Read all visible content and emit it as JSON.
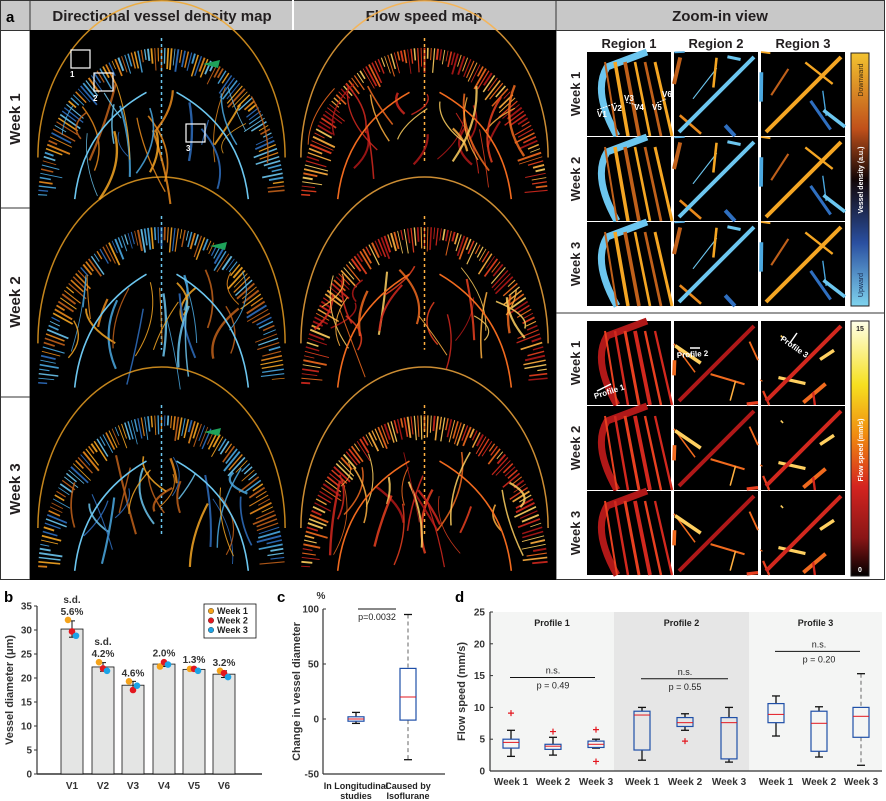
{
  "panel_labels": {
    "a": "a",
    "b": "b",
    "c": "c",
    "d": "d"
  },
  "panel_a": {
    "headers": [
      "Directional vessel density map",
      "Flow speed map",
      "Zoom-in view"
    ],
    "weeks": [
      "Week 1",
      "Week 2",
      "Week 3"
    ],
    "regions": [
      "Region 1",
      "Region  2",
      "Region 3"
    ],
    "roi_labels": [
      "1",
      "2",
      "3"
    ],
    "vessel_labels": [
      "V1",
      "V2",
      "V3",
      "V4",
      "V5",
      "V6"
    ],
    "profile_labels": [
      "Profile 1",
      "Profile 2",
      "Profile 3"
    ],
    "density_colorbar": {
      "top": "Downward",
      "label": "Vessel density (a.u.)",
      "bottom": "Upward",
      "colors": [
        "#f2c230",
        "#c0501a",
        "#120606",
        "#2a4fa0",
        "#7fd3ee"
      ]
    },
    "speed_colorbar": {
      "max": "15",
      "label": "Flow speed (mm/s)",
      "min": "0",
      "colors": [
        "#ffffe8",
        "#f6e020",
        "#f08a10",
        "#d42420",
        "#8a1616",
        "#000000"
      ]
    },
    "arrowhead_color": "#1fa35a"
  },
  "chart_data": [
    {
      "type": "bar",
      "panel": "b",
      "categories": [
        "V1",
        "V2",
        "V3",
        "V4",
        "V5",
        "V6"
      ],
      "values": [
        30.2,
        22.3,
        18.5,
        22.9,
        21.8,
        20.8
      ],
      "errors": [
        1.7,
        0.9,
        0.8,
        0.5,
        0.3,
        0.7
      ],
      "annotations": [
        [
          "s.d.",
          "5.6%"
        ],
        [
          "s.d.",
          "4.2%"
        ],
        [
          "4.6%"
        ],
        [
          "2.0%"
        ],
        [
          "1.3%"
        ],
        [
          "3.2%"
        ]
      ],
      "series": [
        {
          "name": "Week 1",
          "color": "#f5a31a",
          "values": [
            32.1,
            23.3,
            19.3,
            22.4,
            21.9,
            21.5
          ]
        },
        {
          "name": "Week 2",
          "color": "#e3171f",
          "values": [
            29.7,
            22.0,
            17.5,
            23.3,
            21.9,
            21.0
          ]
        },
        {
          "name": "Week 3",
          "color": "#1ba3e6",
          "values": [
            28.8,
            21.5,
            18.4,
            22.8,
            21.5,
            20.2
          ]
        }
      ],
      "ylabel": "Vessel diameter (μm)",
      "ylim": [
        0,
        35
      ],
      "yticks": [
        0,
        5,
        10,
        15,
        20,
        25,
        30,
        35
      ],
      "bar_color": "#e4e5e4",
      "legend": "top-right"
    },
    {
      "type": "box",
      "panel": "c",
      "unit": "%",
      "ylabel": "Change in vessel diameter",
      "ylim": [
        -50,
        100
      ],
      "yticks": [
        -50,
        0,
        50,
        100
      ],
      "categories": [
        [
          "In Longitudinal",
          "studies"
        ],
        [
          "Caused by",
          "Isoflurane"
        ]
      ],
      "boxes": [
        {
          "whisker_low": -4,
          "q1": -2,
          "median": 0,
          "q3": 2,
          "whisker_high": 6
        },
        {
          "whisker_low": -37,
          "q1": -1,
          "median": 20,
          "q3": 46,
          "whisker_high": 95,
          "dashed_whiskers": true
        }
      ],
      "significance": {
        "label": "p=0.0032",
        "y": 100
      }
    },
    {
      "type": "box",
      "panel": "d",
      "ylabel": "Flow speed (mm/s)",
      "ylim": [
        0,
        25
      ],
      "yticks": [
        0,
        5,
        10,
        15,
        20,
        25
      ],
      "groups": [
        {
          "name": "Profile 1",
          "shade": "#f4f5f4",
          "ns": "n.s.",
          "p": "p = 0.49",
          "bar_y": 14.7,
          "boxes": [
            {
              "label": "Week 1",
              "whisker_low": 2.3,
              "q1": 3.6,
              "median": 4.5,
              "q3": 5.0,
              "whisker_high": 6.4,
              "outliers": [
                9.1
              ]
            },
            {
              "label": "Week 2",
              "whisker_low": 2.5,
              "q1": 3.4,
              "median": 3.9,
              "q3": 4.2,
              "whisker_high": 5.3,
              "outliers": [
                6.2
              ]
            },
            {
              "label": "Week 3",
              "whisker_low": 3.6,
              "q1": 3.7,
              "median": 4.2,
              "q3": 4.7,
              "whisker_high": 5.0,
              "outliers": [
                6.5,
                1.5
              ]
            }
          ]
        },
        {
          "name": "Profile 2",
          "shade": "#e6e6e6",
          "ns": "n.s.",
          "p": "p = 0.55",
          "bar_y": 14.5,
          "boxes": [
            {
              "label": "Week 1",
              "whisker_low": 1.7,
              "q1": 3.3,
              "median": 8.8,
              "q3": 9.4,
              "whisker_high": 10.0,
              "outliers": []
            },
            {
              "label": "Week 2",
              "whisker_low": 6.4,
              "q1": 7.0,
              "median": 7.6,
              "q3": 8.4,
              "whisker_high": 9.0,
              "outliers": [
                4.7
              ]
            },
            {
              "label": "Week 3",
              "whisker_low": 1.4,
              "q1": 1.9,
              "median": 7.6,
              "q3": 8.4,
              "whisker_high": 10.0,
              "outliers": []
            }
          ]
        },
        {
          "name": "Profile 3",
          "shade": "#f4f5f4",
          "ns": "n.s.",
          "p": "p = 0.20",
          "bar_y": 18.8,
          "boxes": [
            {
              "label": "Week 1",
              "whisker_low": 5.5,
              "q1": 7.6,
              "median": 8.9,
              "q3": 10.6,
              "whisker_high": 11.8,
              "outliers": []
            },
            {
              "label": "Week 2",
              "whisker_low": 2.2,
              "q1": 3.1,
              "median": 7.5,
              "q3": 9.4,
              "whisker_high": 10.1,
              "outliers": []
            },
            {
              "label": "Week 3",
              "whisker_low": 0.9,
              "q1": 5.3,
              "median": 8.6,
              "q3": 10.0,
              "whisker_high": 15.3,
              "outliers": [],
              "dashed_whiskers": true
            }
          ]
        }
      ],
      "box_color": "#1f4fa8",
      "median_color": "#e3171f"
    }
  ]
}
